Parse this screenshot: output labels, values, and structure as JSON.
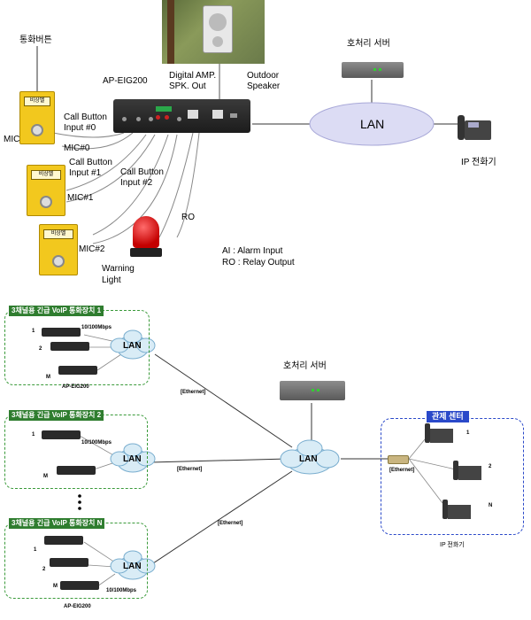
{
  "top": {
    "call_button_kr": "통화버튼",
    "ap_eig200": "AP-EIG200",
    "digital_amp": "Digital AMP.",
    "spk_out": "SPK. Out",
    "outdoor": "Outdoor",
    "speaker": "Speaker",
    "call_server": "호처리 서버",
    "lan": "LAN",
    "ip_phone": "IP 전화기",
    "mic": "MIC",
    "call_input0_a": "Call Button",
    "call_input0_b": "Input #0",
    "mic0": "MIC#0",
    "call_input1_a": "Call Button",
    "call_input1_b": "Input #1",
    "call_input2_a": "Call Button",
    "call_input2_b": "Input #2",
    "mic1": "MIC#1",
    "mic2": "MIC#2",
    "ro": "RO",
    "ai_legend": "AI : Alarm Input",
    "ro_legend": "RO : Relay Output",
    "warning": "Warning",
    "light": "Light",
    "emergency_bell": "비상벨"
  },
  "bottom": {
    "group1_title": "3채널용 긴급 VoIP 통화장치 1",
    "group2_title": "3채널용 긴급 VoIP 통화장치 2",
    "groupN_title": "3채널용 긴급 VoIP 통화장치 N",
    "lan": "LAN",
    "speed": "10/100Mbps",
    "ap_eig200": "AP-EIG200",
    "ethernet": "[Ethernet]",
    "call_server": "호처리 서버",
    "control_center": "관제 센터",
    "ip_phone": "IP 전화기",
    "n1": "1",
    "n2": "2",
    "nM": "M",
    "nN": "N"
  },
  "colors": {
    "group_green": "#3a9a3a",
    "center_blue": "#2a49c9",
    "lan_ellipse": "#dcdcf4"
  }
}
